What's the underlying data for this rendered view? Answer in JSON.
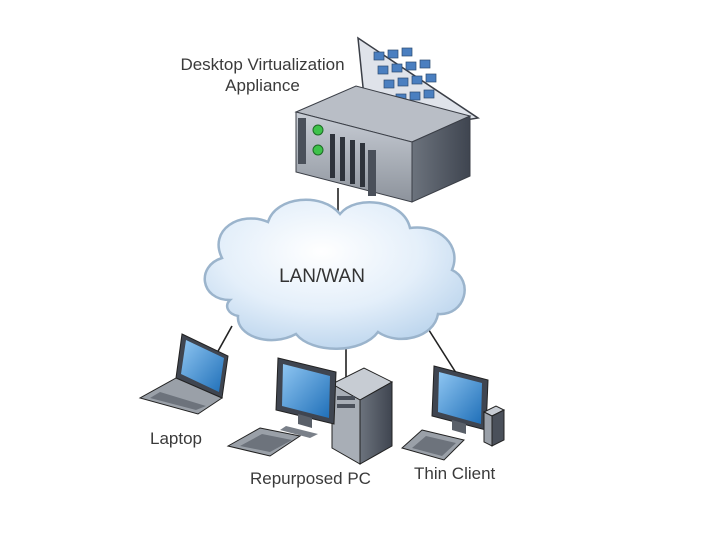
{
  "diagram": {
    "appliance": {
      "label_line1": "Desktop Virtualization",
      "label_line2": "Appliance"
    },
    "network": {
      "label": "LAN/WAN"
    },
    "clients": {
      "laptop": {
        "label": "Laptop"
      },
      "pc": {
        "label": "Repurposed PC"
      },
      "thin_client": {
        "label": "Thin Client"
      }
    }
  },
  "colors": {
    "cloud_fill": "#d6e8f7",
    "cloud_stroke": "#9bb4cc",
    "device_body": "#8a9099",
    "device_dark": "#3f4550",
    "screen": "#2f7fc9",
    "led_green": "#3ec24a",
    "line": "#222222"
  }
}
